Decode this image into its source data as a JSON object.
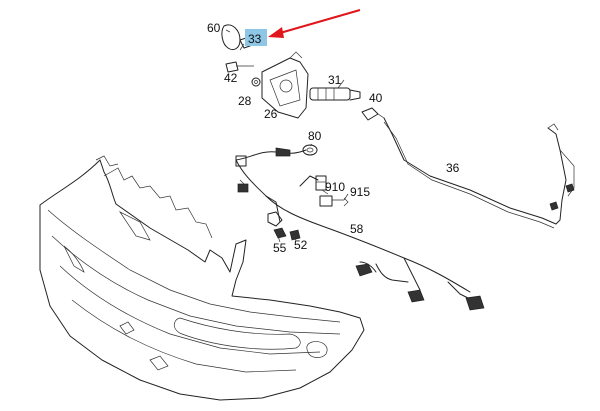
{
  "callouts": [
    {
      "id": "60",
      "text": "60"
    },
    {
      "id": "33",
      "text": "33",
      "highlighted": true
    },
    {
      "id": "42",
      "text": "42"
    },
    {
      "id": "28",
      "text": "28"
    },
    {
      "id": "26",
      "text": "26"
    },
    {
      "id": "31",
      "text": "31"
    },
    {
      "id": "40",
      "text": "40"
    },
    {
      "id": "36",
      "text": "36"
    },
    {
      "id": "80",
      "text": "80"
    },
    {
      "id": "910",
      "text": "910"
    },
    {
      "id": "915",
      "text": "915"
    },
    {
      "id": "58",
      "text": "58"
    },
    {
      "id": "55",
      "text": "55"
    },
    {
      "id": "52",
      "text": "52"
    }
  ],
  "colors": {
    "highlight": "#8ec6e6",
    "arrow": "#e0161c",
    "line": "#222222"
  }
}
